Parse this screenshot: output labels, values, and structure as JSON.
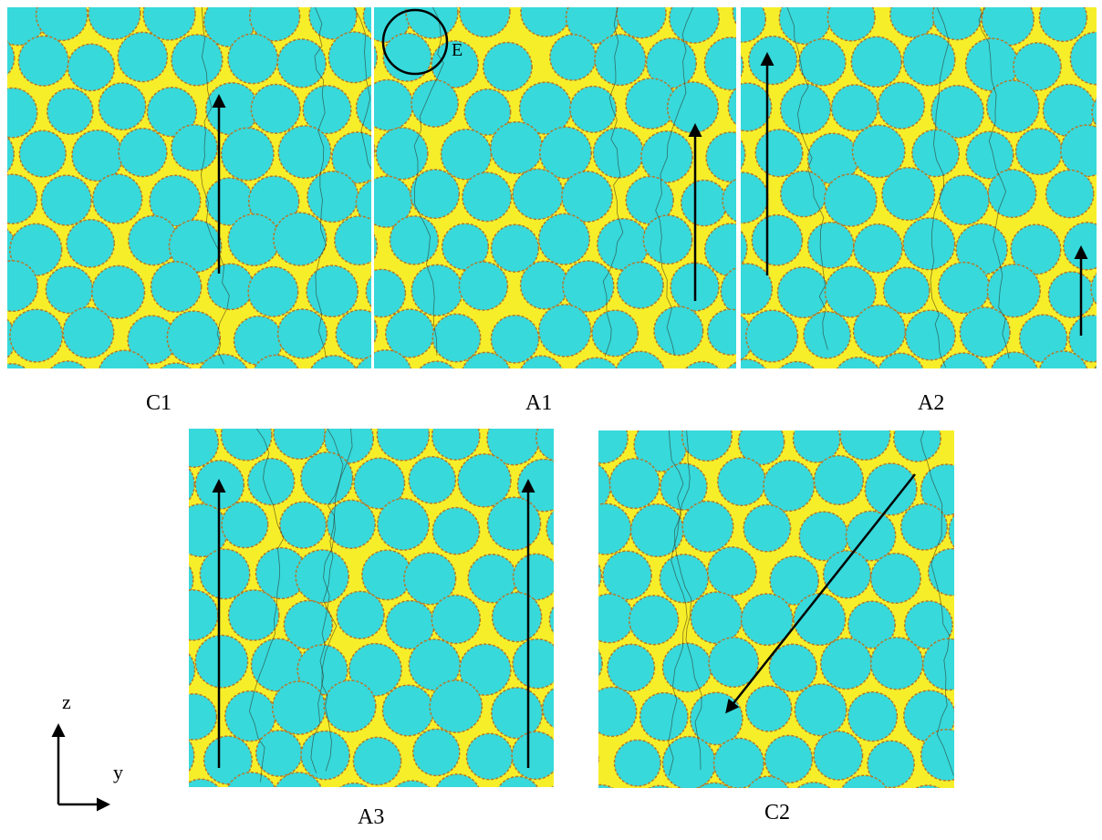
{
  "panels": [
    {
      "id": "C1",
      "label": "C1"
    },
    {
      "id": "A1",
      "label": "A1",
      "callout": "E"
    },
    {
      "id": "A2",
      "label": "A2"
    },
    {
      "id": "A3",
      "label": "A3"
    },
    {
      "id": "C2",
      "label": "C2"
    }
  ],
  "axes": {
    "vertical": "z",
    "horizontal": "y"
  },
  "colors": {
    "matrix": "#f7ee2a",
    "fiber": "#37d9db",
    "fiber_edge": "#b5772a",
    "crack": "#2a1a08",
    "arrow": "#000000"
  }
}
